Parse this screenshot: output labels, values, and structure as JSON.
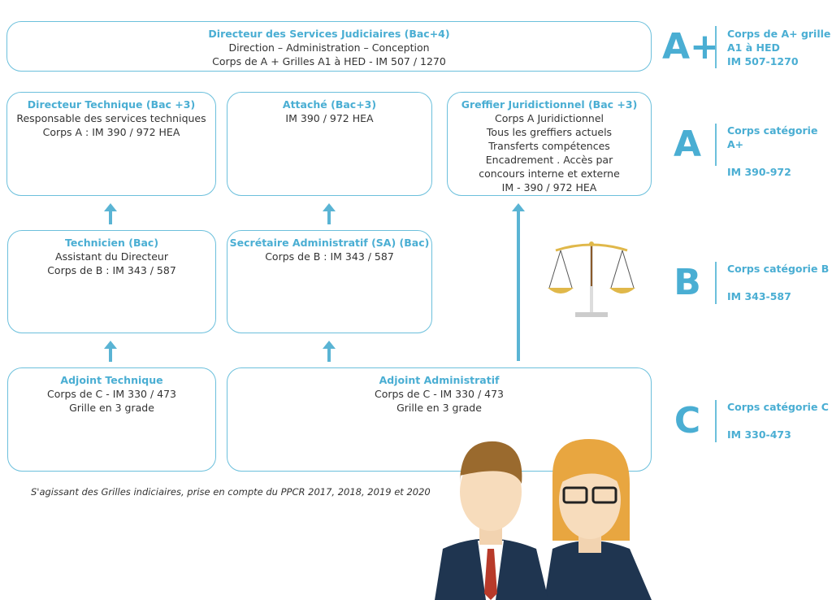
{
  "boxes": {
    "dsj": {
      "title": "Directeur des Services Judiciaires (Bac+4)",
      "lines": [
        "Direction – Administration – Conception",
        "Corps de A + Grilles A1 à HED - IM 507 / 1270"
      ]
    },
    "dt": {
      "title": "Directeur Technique (Bac +3)",
      "lines": [
        "Responsable des services techniques",
        "Corps A : IM 390 / 972 HEA"
      ]
    },
    "att": {
      "title": "Attaché (Bac+3)",
      "lines": [
        "IM 390 / 972 HEA"
      ]
    },
    "gj": {
      "title": "Greffier Juridictionnel (Bac +3)",
      "lines": [
        "Corps A Juridictionnel",
        "Tous les greffiers actuels",
        "Transferts compétences",
        "Encadrement . Accès par",
        "concours interne et externe",
        "IM - 390 / 972 HEA"
      ]
    },
    "tech": {
      "title": "Technicien (Bac)",
      "lines": [
        "Assistant du Directeur",
        "Corps de B : IM 343 / 587"
      ]
    },
    "sa": {
      "title": "Secrétaire Administratif (SA) (Bac)",
      "lines": [
        "Corps de B : IM 343 / 587"
      ]
    },
    "adjt": {
      "title": "Adjoint Technique",
      "lines": [
        "Corps de C - IM 330 / 473",
        "Grille en 3 grade"
      ]
    },
    "adja": {
      "title": "Adjoint Administratif",
      "lines": [
        "Corps de C - IM 330 / 473",
        "Grille en 3 grade"
      ]
    }
  },
  "categories": [
    {
      "letter": "A+",
      "lines": [
        "Corps de A+ grille",
        "A1 à HED",
        "IM 507-1270"
      ]
    },
    {
      "letter": "A",
      "lines": [
        "Corps catégorie A+",
        "",
        "IM 390-972"
      ]
    },
    {
      "letter": "B",
      "lines": [
        "Corps catégorie B",
        "",
        "IM 343-587"
      ]
    },
    {
      "letter": "C",
      "lines": [
        "Corps catégorie C",
        "",
        "IM 330-473"
      ]
    }
  ],
  "footnote": "S'agissant des Grilles indiciaires, prise en compte du PPCR 2017, 2018, 2019 et 2020",
  "colors": {
    "accent": "#5ab4d4"
  }
}
